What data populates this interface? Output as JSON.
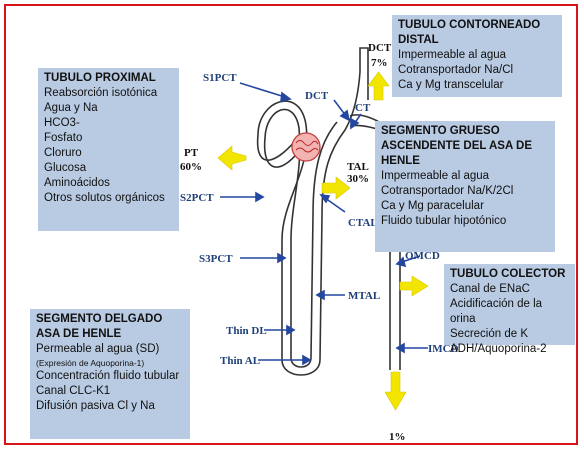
{
  "proximal": {
    "title": "TUBULO PROXIMAL",
    "items": [
      "Reabsorción isotónica",
      "Agua y Na",
      "HCO3-",
      "Fosfato",
      "Cloruro",
      "Glucosa",
      "Aminoácidos",
      "Otros solutos orgánicos"
    ]
  },
  "dct_box": {
    "title": "TUBULO CONTORNEADO DISTAL",
    "items": [
      "Impermeable al agua",
      "Cotransportador Na/Cl",
      "Ca y Mg transcelular"
    ]
  },
  "tal_box": {
    "title": "SEGMENTO GRUESO ASCENDENTE DEL ASA DE HENLE",
    "items": [
      "Impermeable al agua",
      "Cotransportador Na/K/2Cl",
      "Ca y Mg paracelular",
      "Fluido tubular hipotónico"
    ]
  },
  "collector": {
    "title": "TUBULO COLECTOR",
    "items": [
      "Canal de ENaC",
      "Acidificación de la orina",
      "Secreción de K",
      "ADH/Aquoporina-2"
    ]
  },
  "thin": {
    "title": "SEGMENTO DELGADO ASA DE HENLE",
    "line1": "Permeable al agua (SD)",
    "line2": "(Expresión de Aquoporina-1)",
    "items": [
      "Concentración fluido tubular",
      "Canal CLC-K1",
      "Difusión pasiva Cl y Na"
    ]
  },
  "labels": {
    "s1pct": "S1PCT",
    "s2pct": "S2PCT",
    "s3pct": "S3PCT",
    "dct": "DCT",
    "ct": "CT",
    "ctal": "CTAL",
    "omcd": "OMCD",
    "mtal": "MTAL",
    "thin_dl": "Thin DL",
    "thin_al": "Thin AL",
    "imcd": "IMCD"
  },
  "flows": {
    "pt": "PT",
    "pt_pct": "60%",
    "tal": "TAL",
    "tal_pct": "30%",
    "dct": "DCT",
    "dct_pct": "7%",
    "final_pct": "1%"
  },
  "colors": {
    "box": "#b9cbe3",
    "label": "#1f3f78",
    "arrow": "#f2e600",
    "frame": "#d8141b"
  }
}
